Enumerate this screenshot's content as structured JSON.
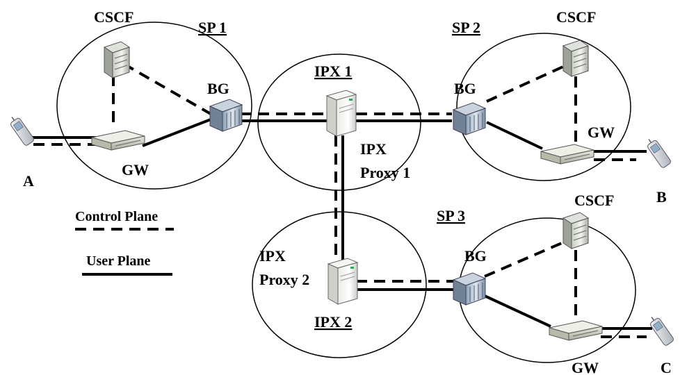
{
  "labels": {
    "sp1": "SP 1",
    "sp2": "SP 2",
    "sp3": "SP 3",
    "ipx1": "IPX 1",
    "ipx2": "IPX 2",
    "ipx_proxy1_line1": "IPX",
    "ipx_proxy1_line2": "Proxy 1",
    "ipx_proxy2_line1": "IPX",
    "ipx_proxy2_line2": "Proxy 2",
    "cscf": "CSCF",
    "bg": "BG",
    "gw": "GW",
    "user_a": "A",
    "user_b": "B",
    "user_c": "C"
  },
  "legend": {
    "control_plane": "Control Plane",
    "user_plane": "User Plane"
  },
  "icons": {
    "server": "cscf-server-icon",
    "gateway": "gateway-router-icon",
    "border_gateway": "border-gateway-icon",
    "proxy": "ipx-proxy-server-icon",
    "phone": "mobile-phone-icon"
  }
}
